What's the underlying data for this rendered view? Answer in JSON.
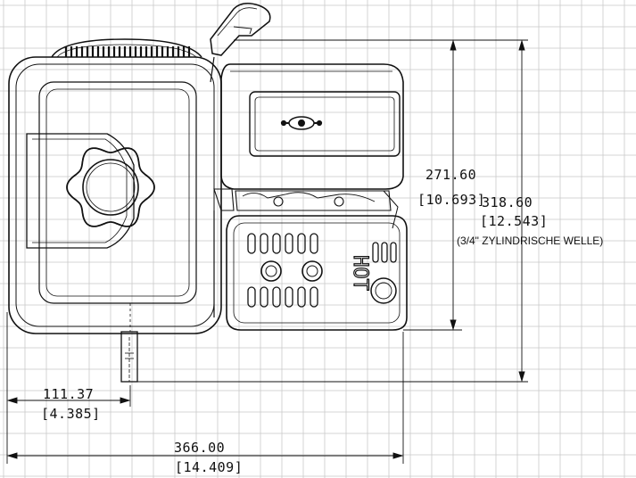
{
  "dimensions": {
    "height_inner": {
      "mm": "271.60",
      "inch": "[10.693]"
    },
    "height_outer": {
      "mm": "318.60",
      "inch": "[12.543]",
      "note": "(3/4\" ZYLINDRISCHE WELLE)"
    },
    "shaft_offset": {
      "mm": "111.37",
      "inch": "[4.385]"
    },
    "overall_width": {
      "mm": "366.00",
      "inch": "[14.409]"
    }
  },
  "labels": {
    "muffler_warning": "HOT"
  },
  "colors": {
    "grid": "#c9c9c9",
    "line": "#111111",
    "background": "#ffffff"
  }
}
